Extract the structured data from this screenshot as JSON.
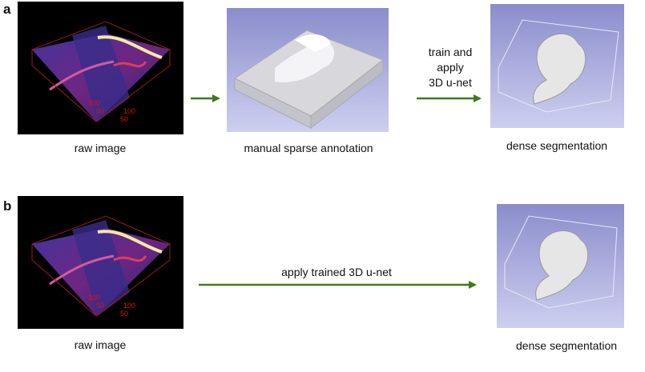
{
  "panels": {
    "a": {
      "label": "a",
      "raw_caption": "raw image",
      "annotation_caption": "manual sparse annotation",
      "step_lines": [
        "train and",
        "apply",
        "3D u-net"
      ],
      "result_caption": "dense segmentation"
    },
    "b": {
      "label": "b",
      "raw_caption": "raw image",
      "step_text": "apply trained 3D u-net",
      "result_caption": "dense segmentation"
    }
  },
  "axis_ticks": [
    "100",
    "50",
    "50",
    "100",
    "50"
  ],
  "colors": {
    "arrow": "#3f7a1e",
    "render_bg_top": "#8c8fcc",
    "render_bg_bottom": "#c9cbee",
    "axis_red": "#e01010"
  }
}
